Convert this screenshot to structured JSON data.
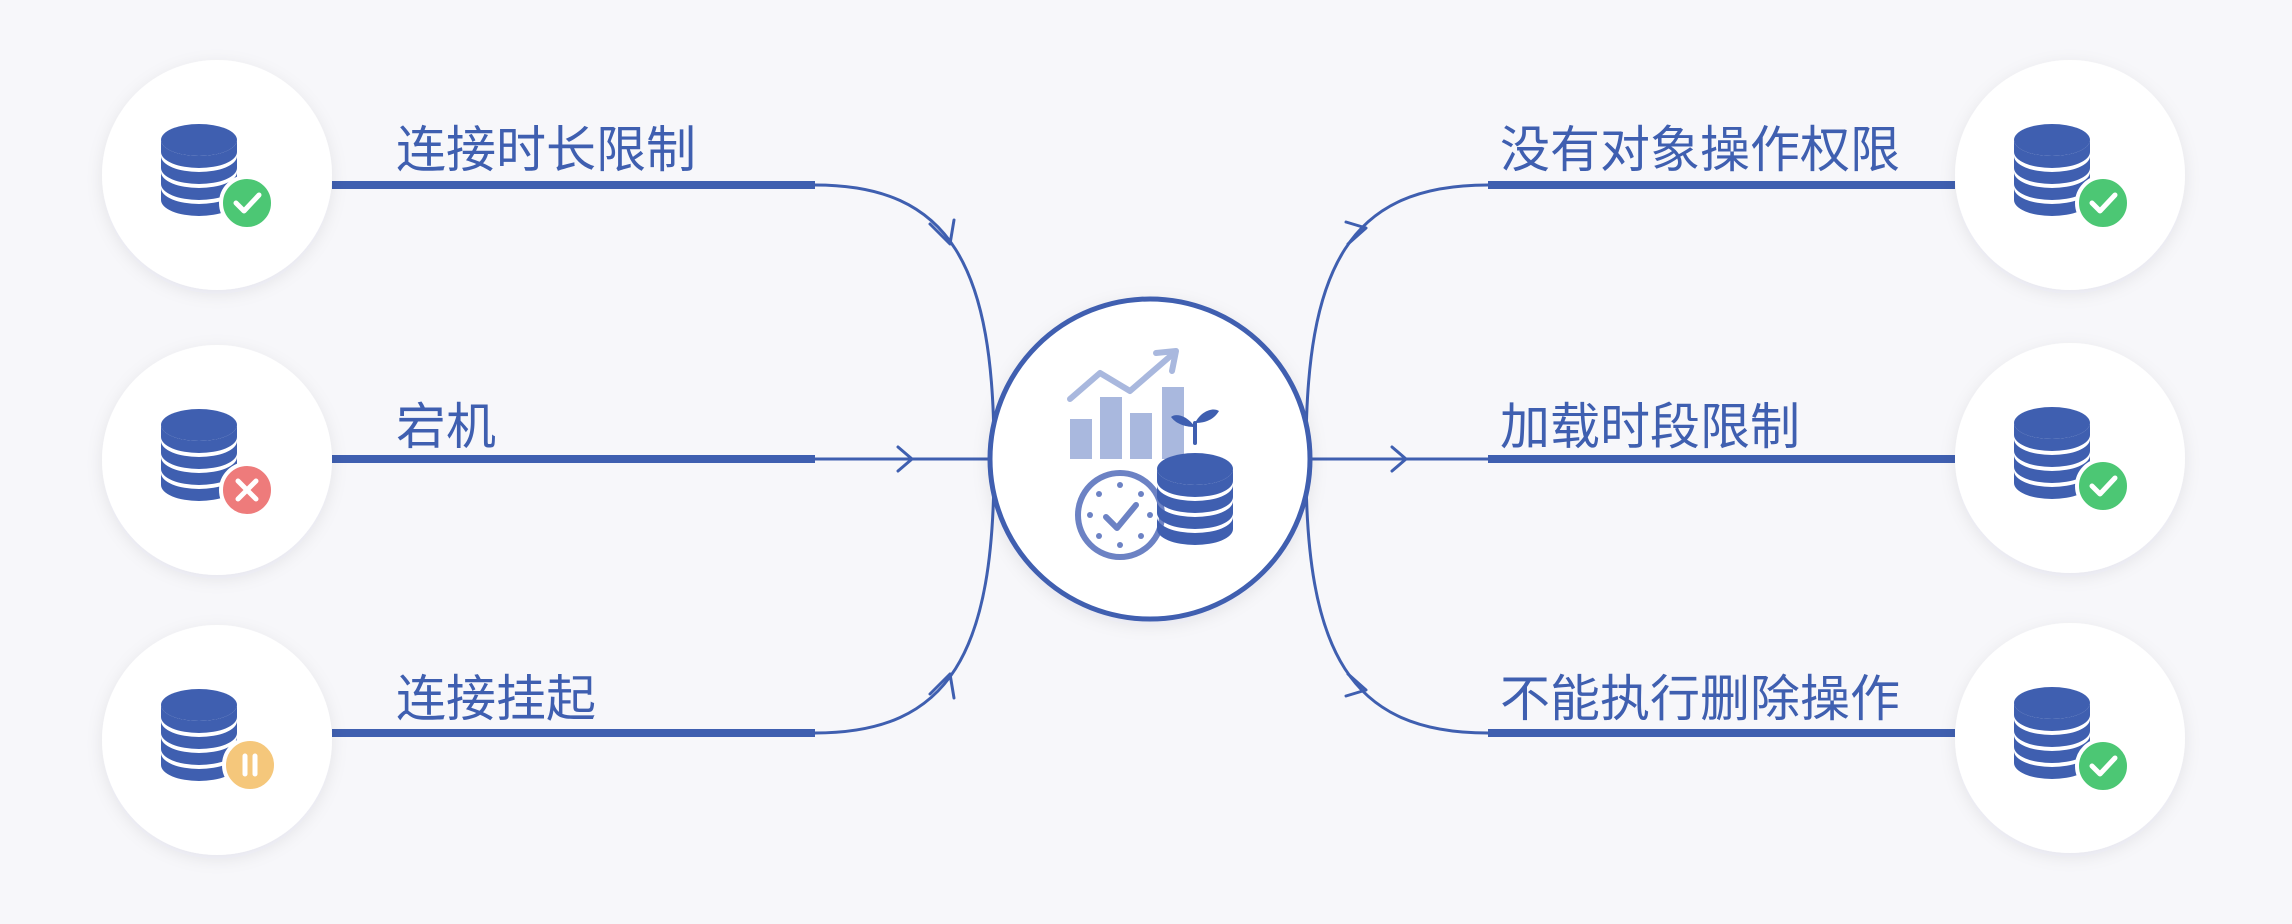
{
  "colors": {
    "background": "#f7f7fa",
    "primary": "#3f5fb0",
    "light_primary": "#a9b8de",
    "success": "#4cc774",
    "error": "#ee7b7b",
    "warning": "#f5c77b",
    "node_fill": "#ffffff"
  },
  "center_node": {
    "icon": "database-analytics-icon"
  },
  "left_branches": [
    {
      "label": "连接时长限制",
      "icon": "database-icon",
      "status": "success",
      "status_icon": "check-icon"
    },
    {
      "label": "宕机",
      "icon": "database-icon",
      "status": "error",
      "status_icon": "close-icon"
    },
    {
      "label": "连接挂起",
      "icon": "database-icon",
      "status": "warning",
      "status_icon": "pause-icon"
    }
  ],
  "right_branches": [
    {
      "label": "没有对象操作权限",
      "icon": "database-icon",
      "status": "success",
      "status_icon": "check-icon"
    },
    {
      "label": "加载时段限制",
      "icon": "database-icon",
      "status": "success",
      "status_icon": "check-icon"
    },
    {
      "label": "不能执行删除操作",
      "icon": "database-icon",
      "status": "success",
      "status_icon": "check-icon"
    }
  ]
}
